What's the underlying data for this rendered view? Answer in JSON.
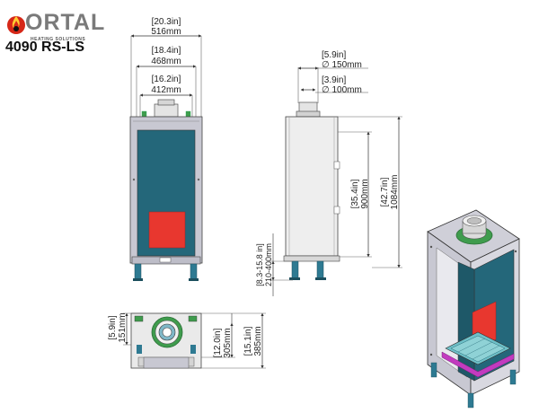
{
  "brand": {
    "name": "ORTAL",
    "tagline": "HEATING SOLUTIONS",
    "model": "4090 RS-LS"
  },
  "colors": {
    "glass": "#24677a",
    "burner": "#e8372f",
    "frame": "#c8c8d2",
    "feet": "#2e7a92",
    "green": "#3f9c4d",
    "trim": "#c23bbf"
  },
  "front_view": {
    "dim_outer": {
      "in": "[20.3in]",
      "mm": "516mm"
    },
    "dim_mid": {
      "in": "[18.4in]",
      "mm": "468mm"
    },
    "dim_inner": {
      "in": "[16.2in]",
      "mm": "412mm"
    }
  },
  "side_view": {
    "dim_flue_outer": {
      "in": "[5.9in]",
      "mm": "∅ 150mm"
    },
    "dim_flue_inner": {
      "in": "[3.9in]",
      "mm": "∅ 100mm"
    },
    "dim_glass_height": {
      "in": "[35.4in]",
      "mm": "900mm"
    },
    "dim_total_height": {
      "in": "[42.7in]",
      "mm": "1084mm"
    },
    "dim_legs": {
      "in": "[8.3-15.8 in]",
      "mm": "210-400mm"
    }
  },
  "top_view": {
    "dim_flue_offset": {
      "in": "[5.9in]",
      "mm": "151mm"
    },
    "dim_depth_inner": {
      "in": "[12.0in]",
      "mm": "305mm"
    },
    "dim_depth_outer": {
      "in": "[15.1in]",
      "mm": "385mm"
    }
  }
}
